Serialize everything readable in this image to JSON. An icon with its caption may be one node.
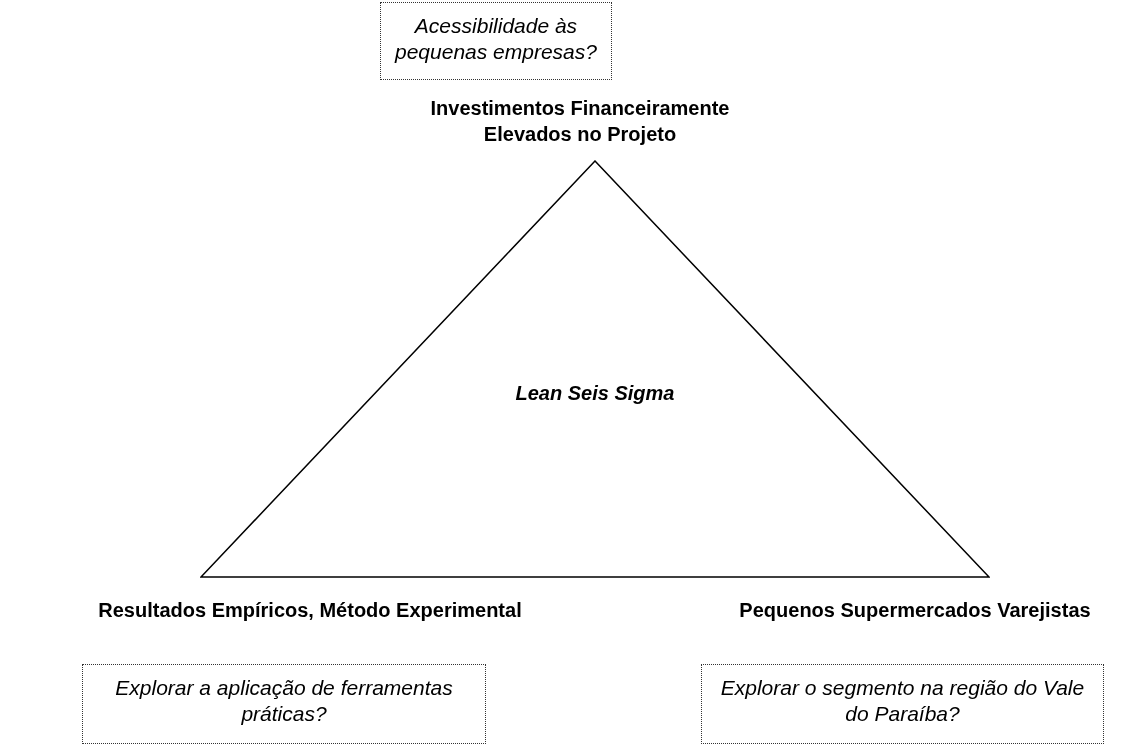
{
  "diagram": {
    "nodes": [
      {
        "text": [
          "Lean Seis Sigma"
        ]
      },
      {
        "text": [
          "Acessibilidade às pequenas empresas?"
        ]
      },
      {
        "text": [
          "Explorar a aplicação de ferramentas práticas?"
        ]
      },
      {
        "text": [
          "Explorar o segmento na região do Vale do Paraíba?"
        ]
      }
    ],
    "edges": [],
    "labels": [
      "Investimentos Financeiramente Elevados no Projeto",
      "Resultados Empíricos, Método Experimental",
      "Pequenos Supermercados Varejistas"
    ]
  }
}
